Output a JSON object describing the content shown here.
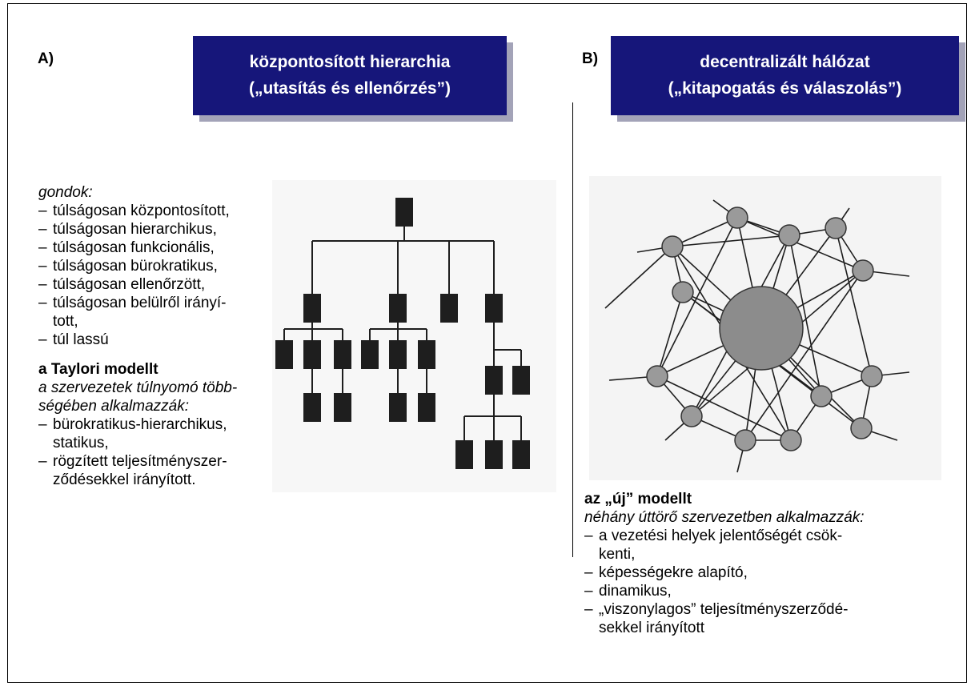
{
  "panel_a": {
    "letter": "A)",
    "title_line1": "központosított hierarchia",
    "title_line2": "(„utasítás és ellenőrzés”)",
    "problems_label": "gondok:",
    "problems": [
      "túlságosan központosított,",
      "túlságosan hierarchikus,",
      "túlságosan funkcionális,",
      "túlságosan bürokratikus,",
      "túlságosan ellenőrzött,",
      "túlságosan belülről irányí-",
      "tott,",
      "túl lassú"
    ],
    "model_name": "a Taylori modellt",
    "model_usage_line1": "a szervezetek túlnyomó több-",
    "model_usage_line2": "ségében alkalmazzák:",
    "features": [
      "bürokratikus-hierarchikus,",
      "statikus,",
      "rögzített teljesítményszer-",
      "ződésekkel irányított."
    ]
  },
  "panel_b": {
    "letter": "B)",
    "title_line1": "decentralizált hálózat",
    "title_line2": "(„kitapogatás és válaszolás”)",
    "model_name": "az „új” modellt",
    "model_usage": "néhány úttörő szervezetben alkalmazzák:",
    "features": [
      "a vezetési helyek jelentőségét csök-",
      "kenti,",
      "képességekre alapító,",
      "dinamikus,",
      "„viszonylagos” teljesítményszerződé-",
      "sekkel irányított"
    ]
  },
  "colors": {
    "title_bg": "#16167a",
    "title_shadow": "#a3a3b8",
    "node_dark": "#1e1e1e",
    "node_hub": "#8c8c8c"
  },
  "icons": {
    "hierarchy": "org-chart-icon",
    "network": "network-graph-icon"
  }
}
